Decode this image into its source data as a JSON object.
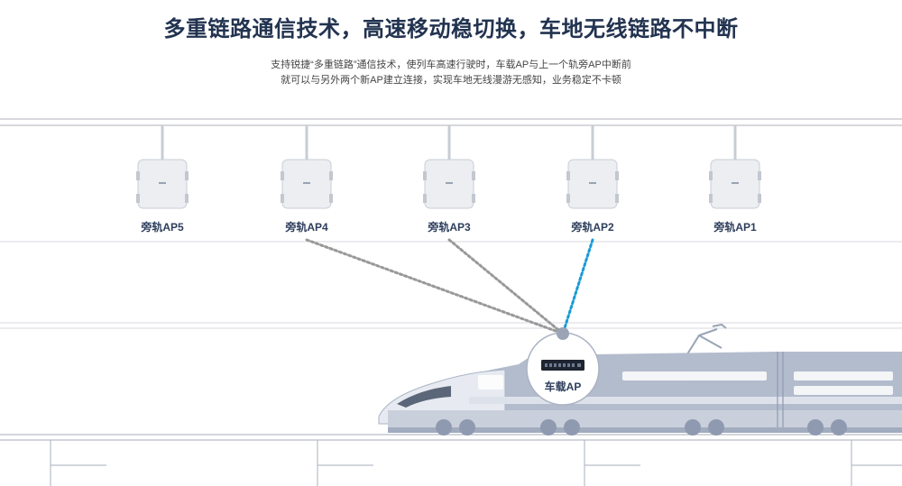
{
  "header": {
    "title": "多重链路通信技术，高速移动稳切换，车地无线链路不中断",
    "subtitle_line1": "支持锐捷“多重链路”通信技术，使列车高速行驶时，车载AP与上一个轨旁AP中断前",
    "subtitle_line2": "就可以与另外两个新AP建立连接，实现车地无线漫游无感知，业务稳定不卡顿"
  },
  "trackside_aps": [
    {
      "label": "旁轨AP5",
      "link": "none"
    },
    {
      "label": "旁轨AP4",
      "link": "standby"
    },
    {
      "label": "旁轨AP3",
      "link": "standby"
    },
    {
      "label": "旁轨AP2",
      "link": "active"
    },
    {
      "label": "旁轨AP1",
      "link": "none"
    }
  ],
  "onboard_ap": {
    "label": "车载AP"
  },
  "colors": {
    "title": "#223350",
    "active_link": "#1a9bd7",
    "standby_link": "#999999",
    "rail_lines": "#c8ccd4",
    "train_body": "#a9b3c5"
  }
}
